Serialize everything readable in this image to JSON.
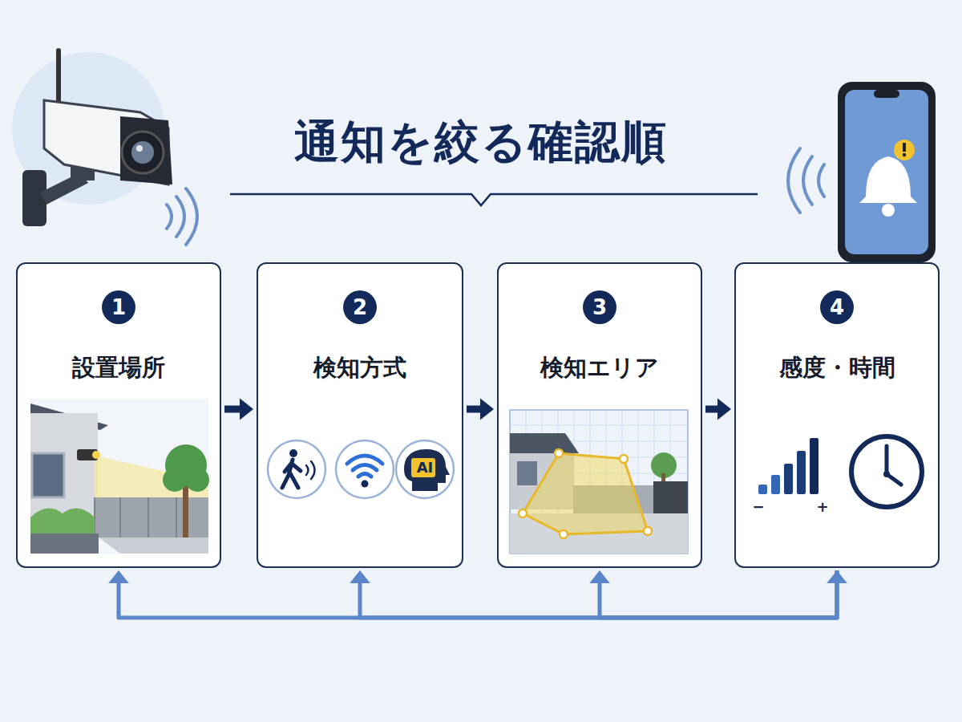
{
  "diagram": {
    "title": "通知を絞る確認順",
    "nodes": [
      {
        "text": [
          "1",
          "設置場所"
        ]
      },
      {
        "text": [
          "2",
          "検知方式"
        ]
      },
      {
        "text": [
          "3",
          "検知エリア"
        ]
      },
      {
        "text": [
          "4",
          "感度・時間"
        ]
      }
    ],
    "edges": [
      {
        "from": 0,
        "to": 1,
        "arrow": "to"
      },
      {
        "from": 1,
        "to": 2,
        "arrow": "to"
      },
      {
        "from": 2,
        "to": 3,
        "arrow": "to"
      },
      {
        "from": 3,
        "to": 0,
        "arrow": "both"
      },
      {
        "from": 3,
        "to": 1,
        "arrow": "to"
      },
      {
        "from": 3,
        "to": 2,
        "arrow": "to"
      }
    ],
    "labels": [
      "AI",
      "−",
      "+"
    ]
  }
}
